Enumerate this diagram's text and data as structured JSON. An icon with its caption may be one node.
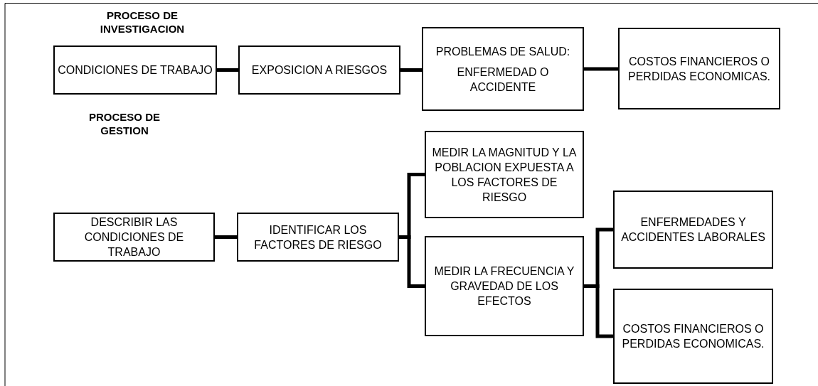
{
  "diagram": {
    "nodes": [
      {
        "text": [
          "CONDICIONES DE TRABAJO"
        ]
      },
      {
        "text": [
          "EXPOSICION A RIESGOS"
        ]
      },
      {
        "text": [
          "PROBLEMAS DE SALUD:",
          "ENFERMEDAD O ACCIDENTE"
        ]
      },
      {
        "text": [
          "COSTOS FINANCIEROS O PERDIDAS ECONOMICAS."
        ]
      },
      {
        "text": [
          "DESCRIBIR LAS CONDICIONES DE TRABAJO"
        ]
      },
      {
        "text": [
          "IDENTIFICAR LOS FACTORES DE RIESGO"
        ]
      },
      {
        "text": [
          "MEDIR LA MAGNITUD Y LA POBLACION EXPUESTA A LOS FACTORES DE RIESGO"
        ]
      },
      {
        "text": [
          "MEDIR LA FRECUENCIA Y GRAVEDAD DE LOS EFECTOS"
        ]
      },
      {
        "text": [
          "ENFERMEDADES Y ACCIDENTES LABORALES"
        ]
      },
      {
        "text": [
          "COSTOS FINANCIEROS O PERDIDAS ECONOMICAS."
        ]
      }
    ],
    "edges": [
      {
        "from": 0,
        "to": 1,
        "arrow": "none"
      },
      {
        "from": 1,
        "to": 2,
        "arrow": "none"
      },
      {
        "from": 2,
        "to": 3,
        "arrow": "none"
      },
      {
        "from": 4,
        "to": 5,
        "arrow": "none"
      },
      {
        "from": 5,
        "to": 6,
        "arrow": "none"
      },
      {
        "from": 5,
        "to": 7,
        "arrow": "none"
      },
      {
        "from": 7,
        "to": 8,
        "arrow": "none"
      },
      {
        "from": 7,
        "to": 9,
        "arrow": "none"
      }
    ],
    "labels": [
      "PROCESO DE INVESTIGACION",
      "PROCESO DE GESTION"
    ]
  }
}
